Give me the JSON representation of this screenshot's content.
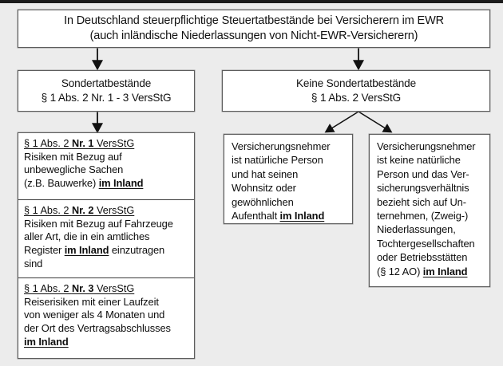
{
  "diagram": {
    "title_box": {
      "line1": "In Deutschland steuerpflichtige Steuertatbestände bei Versicherern im EWR",
      "line2": "(auch inländische Niederlassungen von Nicht-EWR-Versicherern)"
    },
    "level2": {
      "left": {
        "line1": "Sondertatbestände",
        "line2": "§ 1 Abs. 2 Nr. 1 - 3 VersStG"
      },
      "right": {
        "line1": "Keine Sondertatbestände",
        "line2": "§ 1 Abs. 2 VersStG"
      }
    },
    "left_sections": [
      {
        "heading_a": "§ 1 Abs. 2 ",
        "heading_b": "Nr. 1",
        "heading_c": " VersStG",
        "line1": "Risiken mit Bezug auf",
        "line2": "unbewegliche Sachen",
        "line3_pre": "(z.B. Bauwerke) ",
        "line3_em": "im Inland"
      },
      {
        "heading_a": "§ 1 Abs. 2 ",
        "heading_b": "Nr. 2",
        "heading_c": " VersStG",
        "line1": "Risiken mit Bezug auf Fahrzeuge",
        "line2": "aller Art, die in ein amtliches",
        "line3_pre": "Register ",
        "line3_em": "im Inland",
        "line3_post": " einzutragen",
        "line4": "sind"
      },
      {
        "heading_a": "§ 1 Abs. 2 ",
        "heading_b": "Nr. 3",
        "heading_c": " VersStG",
        "line1": "Reiserisiken mit einer Laufzeit",
        "line2": "von weniger als 4 Monaten und",
        "line3": "der Ort des Vertragsabschlusses",
        "line4_em": "im Inland"
      }
    ],
    "middle_box": {
      "line1": "Versicherungsnehmer",
      "line2": "ist natürliche Person",
      "line3": "und hat seinen",
      "line4": "Wohnsitz oder",
      "line5": "gewöhnlichen",
      "line6_pre": "Aufenthalt ",
      "line6_em": "im Inland"
    },
    "right_box": {
      "line1": "Versicherungsnehmer",
      "line2": "ist keine natürliche",
      "line3": "Person und das Ver-",
      "line4": "sicherungsverhältnis",
      "line5": "bezieht sich auf Un-",
      "line6": "ternehmen, (Zweig-)",
      "line7": "Niederlassungen,",
      "line8": "Tochtergesellschaften",
      "line9": "oder Betriebsstätten",
      "line10_pre": "(§ 12 AO) ",
      "line10_em": "im Inland"
    },
    "colors": {
      "background": "#ececec",
      "box_fill": "#ffffff",
      "box_border": "#5d5d5d",
      "text": "#0d0d0d",
      "connector": "#111111",
      "top_bar": "#1b1b1b"
    }
  }
}
